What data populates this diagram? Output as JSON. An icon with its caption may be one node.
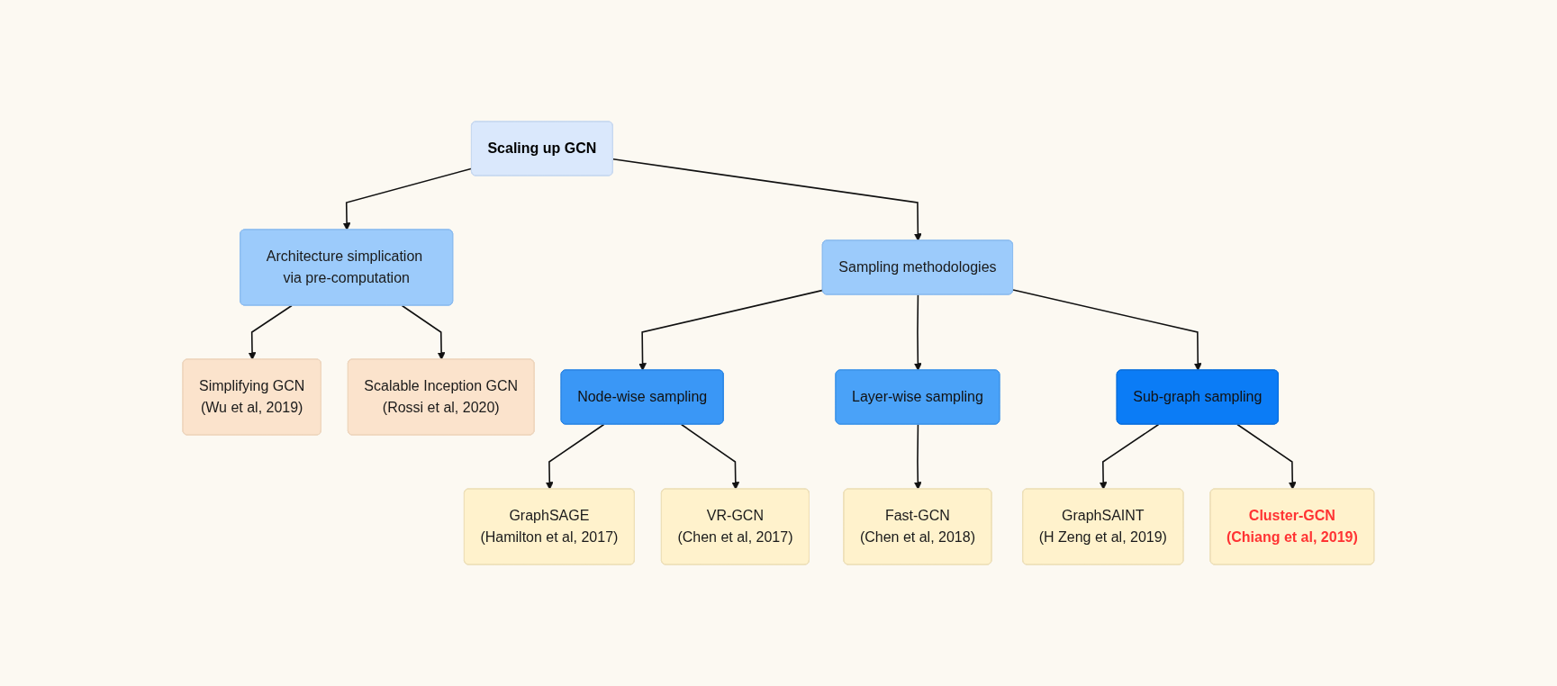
{
  "diagram": {
    "nodes": [
      {
        "text": [
          "Scaling up GCN"
        ]
      },
      {
        "text": [
          "Architecture simplication via pre-computation"
        ]
      },
      {
        "text": [
          "Sampling methodologies"
        ]
      },
      {
        "text": [
          "Simplifying GCN",
          "(Wu et al, 2019)"
        ]
      },
      {
        "text": [
          "Scalable Inception GCN",
          "(Rossi et al, 2020)"
        ]
      },
      {
        "text": [
          "Node-wise sampling"
        ]
      },
      {
        "text": [
          "Layer-wise sampling"
        ]
      },
      {
        "text": [
          "Sub-graph sampling"
        ]
      },
      {
        "text": [
          "GraphSAGE",
          "(Hamilton et al, 2017)"
        ]
      },
      {
        "text": [
          "VR-GCN",
          "(Chen et al, 2017)"
        ]
      },
      {
        "text": [
          "Fast-GCN",
          "(Chen et al, 2018)"
        ]
      },
      {
        "text": [
          "GraphSAINT",
          "(H Zeng et al, 2019)"
        ]
      },
      {
        "text": [
          "Cluster-GCN",
          "(Chiang et al, 2019)"
        ]
      }
    ],
    "edges": [
      {
        "from": 0,
        "to": 1,
        "arrow": "to"
      },
      {
        "from": 0,
        "to": 2,
        "arrow": "to"
      },
      {
        "from": 1,
        "to": 3,
        "arrow": "to"
      },
      {
        "from": 1,
        "to": 4,
        "arrow": "to"
      },
      {
        "from": 2,
        "to": 5,
        "arrow": "to"
      },
      {
        "from": 2,
        "to": 6,
        "arrow": "to"
      },
      {
        "from": 2,
        "to": 7,
        "arrow": "to"
      },
      {
        "from": 5,
        "to": 8,
        "arrow": "to"
      },
      {
        "from": 5,
        "to": 9,
        "arrow": "to"
      },
      {
        "from": 6,
        "to": 10,
        "arrow": "to"
      },
      {
        "from": 7,
        "to": 11,
        "arrow": "to"
      },
      {
        "from": 7,
        "to": 12,
        "arrow": "to"
      }
    ]
  }
}
